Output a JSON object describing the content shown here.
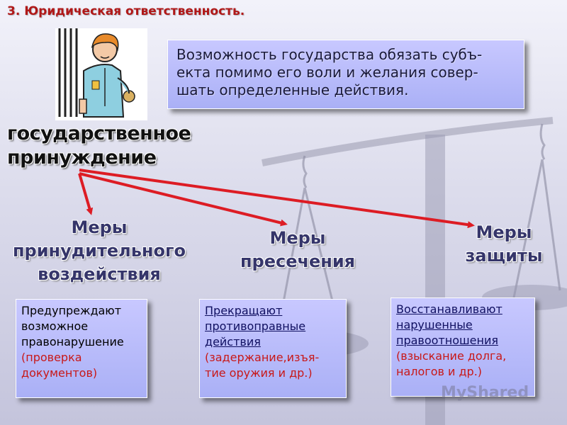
{
  "title": "3. Юридическая ответственность.",
  "definition": [
    "Возможность государства обязать субъ-",
    "екта помимо его воли и желания совер-",
    "шать определенные действия."
  ],
  "coercion": [
    "государственное",
    "принуждение"
  ],
  "measures": [
    {
      "lines": [
        "Меры",
        "принудительного",
        "воздействия"
      ]
    },
    {
      "lines": [
        "Меры",
        "пресечения"
      ]
    },
    {
      "lines": [
        "Меры",
        "защиты"
      ]
    }
  ],
  "descriptions": [
    {
      "main": [
        "Предупреждают",
        "возможное",
        "правонарушение"
      ],
      "example": [
        "(проверка",
        "документов)"
      ]
    },
    {
      "main": [
        "Прекращают",
        "противоправные",
        "действия"
      ],
      "example": [
        "(задержание,изъя-",
        "тие оружия и др.)"
      ]
    },
    {
      "main": [
        "Восстанавливают",
        "нарушенные",
        "правоотношения"
      ],
      "example": [
        "(взыскание долга,",
        "налогов и др.)"
      ]
    }
  ],
  "watermark": "MyShared",
  "colors": {
    "title": "#b01818",
    "box": "#b4baf8",
    "arrow": "#dd1c24",
    "measure_text": "#35356a",
    "example_text": "#c81818"
  },
  "icons": [
    "officer-clipart-icon",
    "scales-of-justice-icon"
  ]
}
